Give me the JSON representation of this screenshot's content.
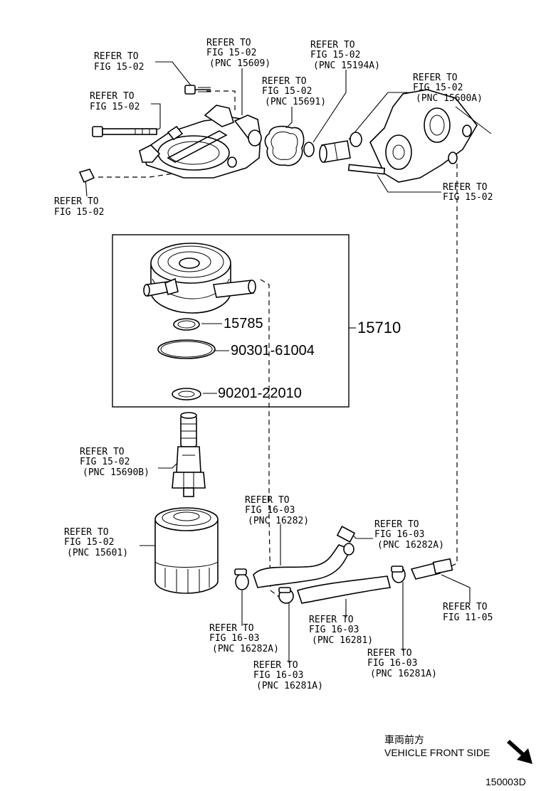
{
  "callouts": [
    {
      "id": "c1",
      "lines": [
        "REFER TO",
        "FIG 15-02"
      ]
    },
    {
      "id": "c2",
      "lines": [
        "REFER TO",
        "FIG 15-02",
        "(PNC 15609)"
      ]
    },
    {
      "id": "c3",
      "lines": [
        "REFER TO",
        "FIG 15-02",
        "(PNC 15194A)"
      ]
    },
    {
      "id": "c4",
      "lines": [
        "REFER TO",
        "FIG 15-02",
        "(PNC 15691)"
      ]
    },
    {
      "id": "c5",
      "lines": [
        "REFER TO",
        "FIG 15-02",
        "(PNC 15600A)"
      ]
    },
    {
      "id": "c6",
      "lines": [
        "REFER TO",
        "FIG 15-02"
      ]
    },
    {
      "id": "c7",
      "lines": [
        "REFER TO",
        "FIG 15-02"
      ]
    },
    {
      "id": "c8",
      "lines": [
        "REFER TO",
        "FIG 15-02"
      ]
    },
    {
      "id": "c9",
      "lines": [
        "REFER TO",
        "FIG 15-02",
        "(PNC 15690B)"
      ]
    },
    {
      "id": "c10",
      "lines": [
        "REFER TO",
        "FIG 15-02",
        "(PNC 15601)"
      ]
    },
    {
      "id": "c11",
      "lines": [
        "REFER TO",
        "FIG 16-03",
        "(PNC 16282)"
      ]
    },
    {
      "id": "c12",
      "lines": [
        "REFER TO",
        "FIG 16-03",
        "(PNC 16282A)"
      ]
    },
    {
      "id": "c13",
      "lines": [
        "REFER TO",
        "FIG 11-05"
      ]
    },
    {
      "id": "c14",
      "lines": [
        "REFER TO",
        "FIG 16-03",
        "(PNC 16282A)"
      ]
    },
    {
      "id": "c15",
      "lines": [
        "REFER TO",
        "FIG 16-03",
        "(PNC 16281)"
      ]
    },
    {
      "id": "c16",
      "lines": [
        "REFER TO",
        "FIG 16-03",
        "(PNC 16281A)"
      ]
    },
    {
      "id": "c17",
      "lines": [
        "REFER TO",
        "FIG 16-03",
        "(PNC 16281A)"
      ]
    }
  ],
  "part_numbers": {
    "assembly": "15710",
    "oring_small": "15785",
    "oring_large": "90301-61004",
    "gasket": "90201-22010"
  },
  "front_side": {
    "japanese": "車両前方",
    "english": "VEHICLE FRONT SIDE"
  },
  "diagram_code": "150003D"
}
